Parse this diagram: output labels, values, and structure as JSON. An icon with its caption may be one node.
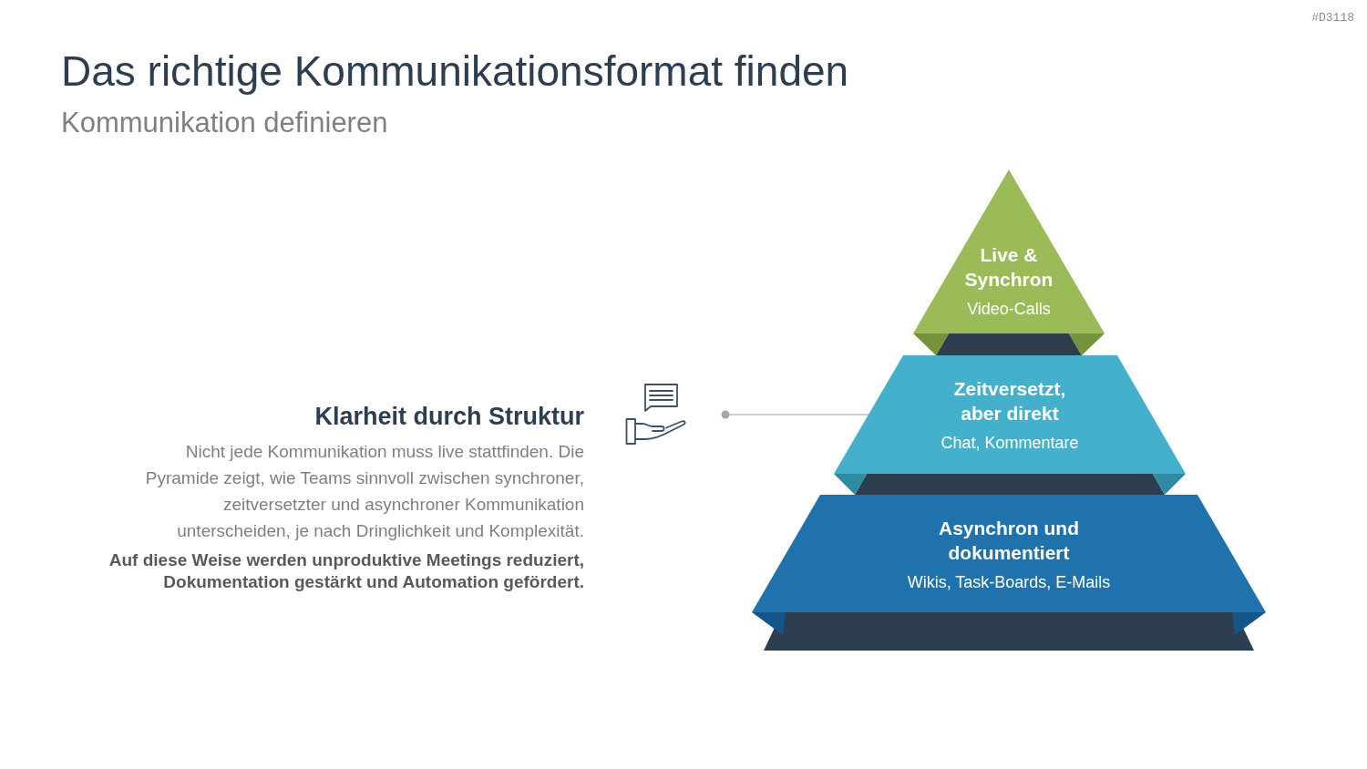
{
  "diagram": {
    "title": "Das richtige Kommunikationsformat finden",
    "nodes": [
      {
        "text": [
          "Live & Synchron",
          "Video-Calls"
        ]
      },
      {
        "text": [
          "Zeitversetzt, aber direkt",
          "Chat, Kommentare"
        ]
      },
      {
        "text": [
          "Asynchron und dokumentiert",
          "Wikis, Task-Boards, E-Mails"
        ]
      }
    ],
    "edges": [
      {
        "from": null,
        "to": 1,
        "arrow": "other"
      }
    ],
    "labels": [
      "#D3118",
      "Kommunikation definieren",
      "Klarheit durch Struktur",
      "Nicht jede Kommunikation muss live stattfinden. Die Pyramide zeigt, wie Teams sinnvoll zwischen synchroner, zeitversetzter und asynchroner Kommunikation unterscheiden, je nach Dringlichkeit und Komplexität.",
      "Auf diese Weise werden unproduktive Meetings reduziert, Dokumentation gestärkt und Automation gefördert."
    ]
  }
}
